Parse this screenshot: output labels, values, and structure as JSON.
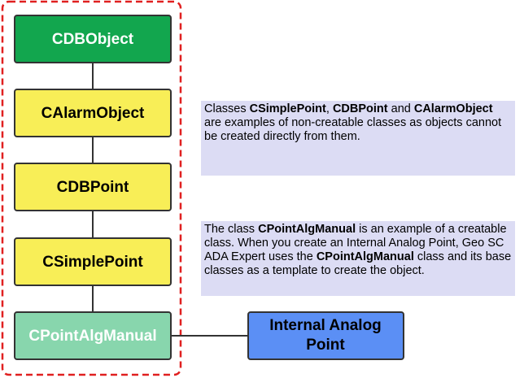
{
  "nodes": {
    "cdbobject": "CDBObject",
    "calarmobject": "CAlarmObject",
    "cdbpoint": "CDBPoint",
    "csimplepoint": "CSimplePoint",
    "cpointalgmanual": "CPointAlgManual",
    "internal_analog_point": [
      "Internal Analog",
      "Point"
    ]
  },
  "note_non_creatable": {
    "prefix": "Classes ",
    "class_1": "CSimplePoint",
    "sep_1": ", ",
    "class_2": "CDBPoint",
    "sep_2": " and ",
    "class_3": "CAlarmObject",
    "suffix": " are examples of non-creatable classes as objects cannot be created directly from them."
  },
  "note_creatable": {
    "prefix": "The class ",
    "class_1": "CPointAlgManual",
    "middle": " is an example of a creatable class. When you create an Internal Analog Point, Geo SCADA Expert uses the ",
    "class_2": "CPointAlgManual",
    "suffix": " class and its base classes as a template to create the object."
  },
  "colors": {
    "cdbobject_fill": "#12a64e",
    "class_fill": "#f8ee57",
    "creatable_fill": "#88d6ad",
    "instance_fill": "#5b8ff5",
    "group_border": "#e02020",
    "note_bg": "#dcdcf4"
  }
}
